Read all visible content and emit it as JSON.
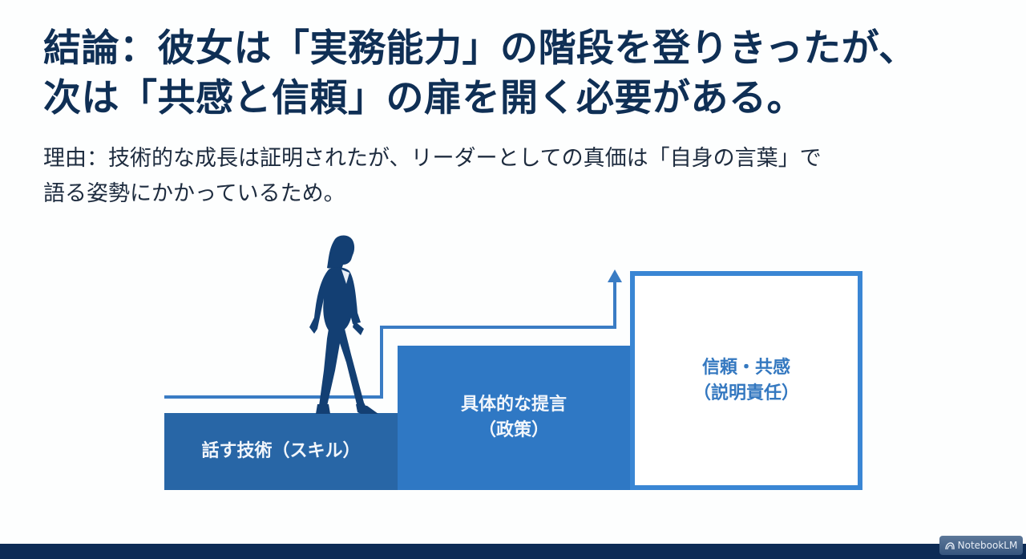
{
  "slide": {
    "title": {
      "line1": "結論：彼女は「実務能力」の階段を登りきったが、",
      "line2": "次は「共感と信頼」の扉を開く必要がある。"
    },
    "subtitle": {
      "line1": "理由：技術的な成長は証明されたが、リーダーとしての真価は「自身の言葉」で",
      "line2": "語る姿勢にかかっているため。"
    },
    "diagram": {
      "steps": [
        {
          "line1": "話す技術（スキル）",
          "line2": ""
        },
        {
          "line1": "具体的な提言",
          "line2": "（政策）"
        },
        {
          "line1": "信頼・共感",
          "line2": "（説明責任）"
        }
      ],
      "colors": {
        "step1": "#2866a6",
        "step2": "#2f78c4",
        "step3_border": "#3a86d4",
        "path_line": "#3a7cc4",
        "silhouette": "#133f73"
      }
    },
    "footer": {
      "bar_color": "#0d2b55",
      "badge_label": "NotebookLM"
    }
  }
}
